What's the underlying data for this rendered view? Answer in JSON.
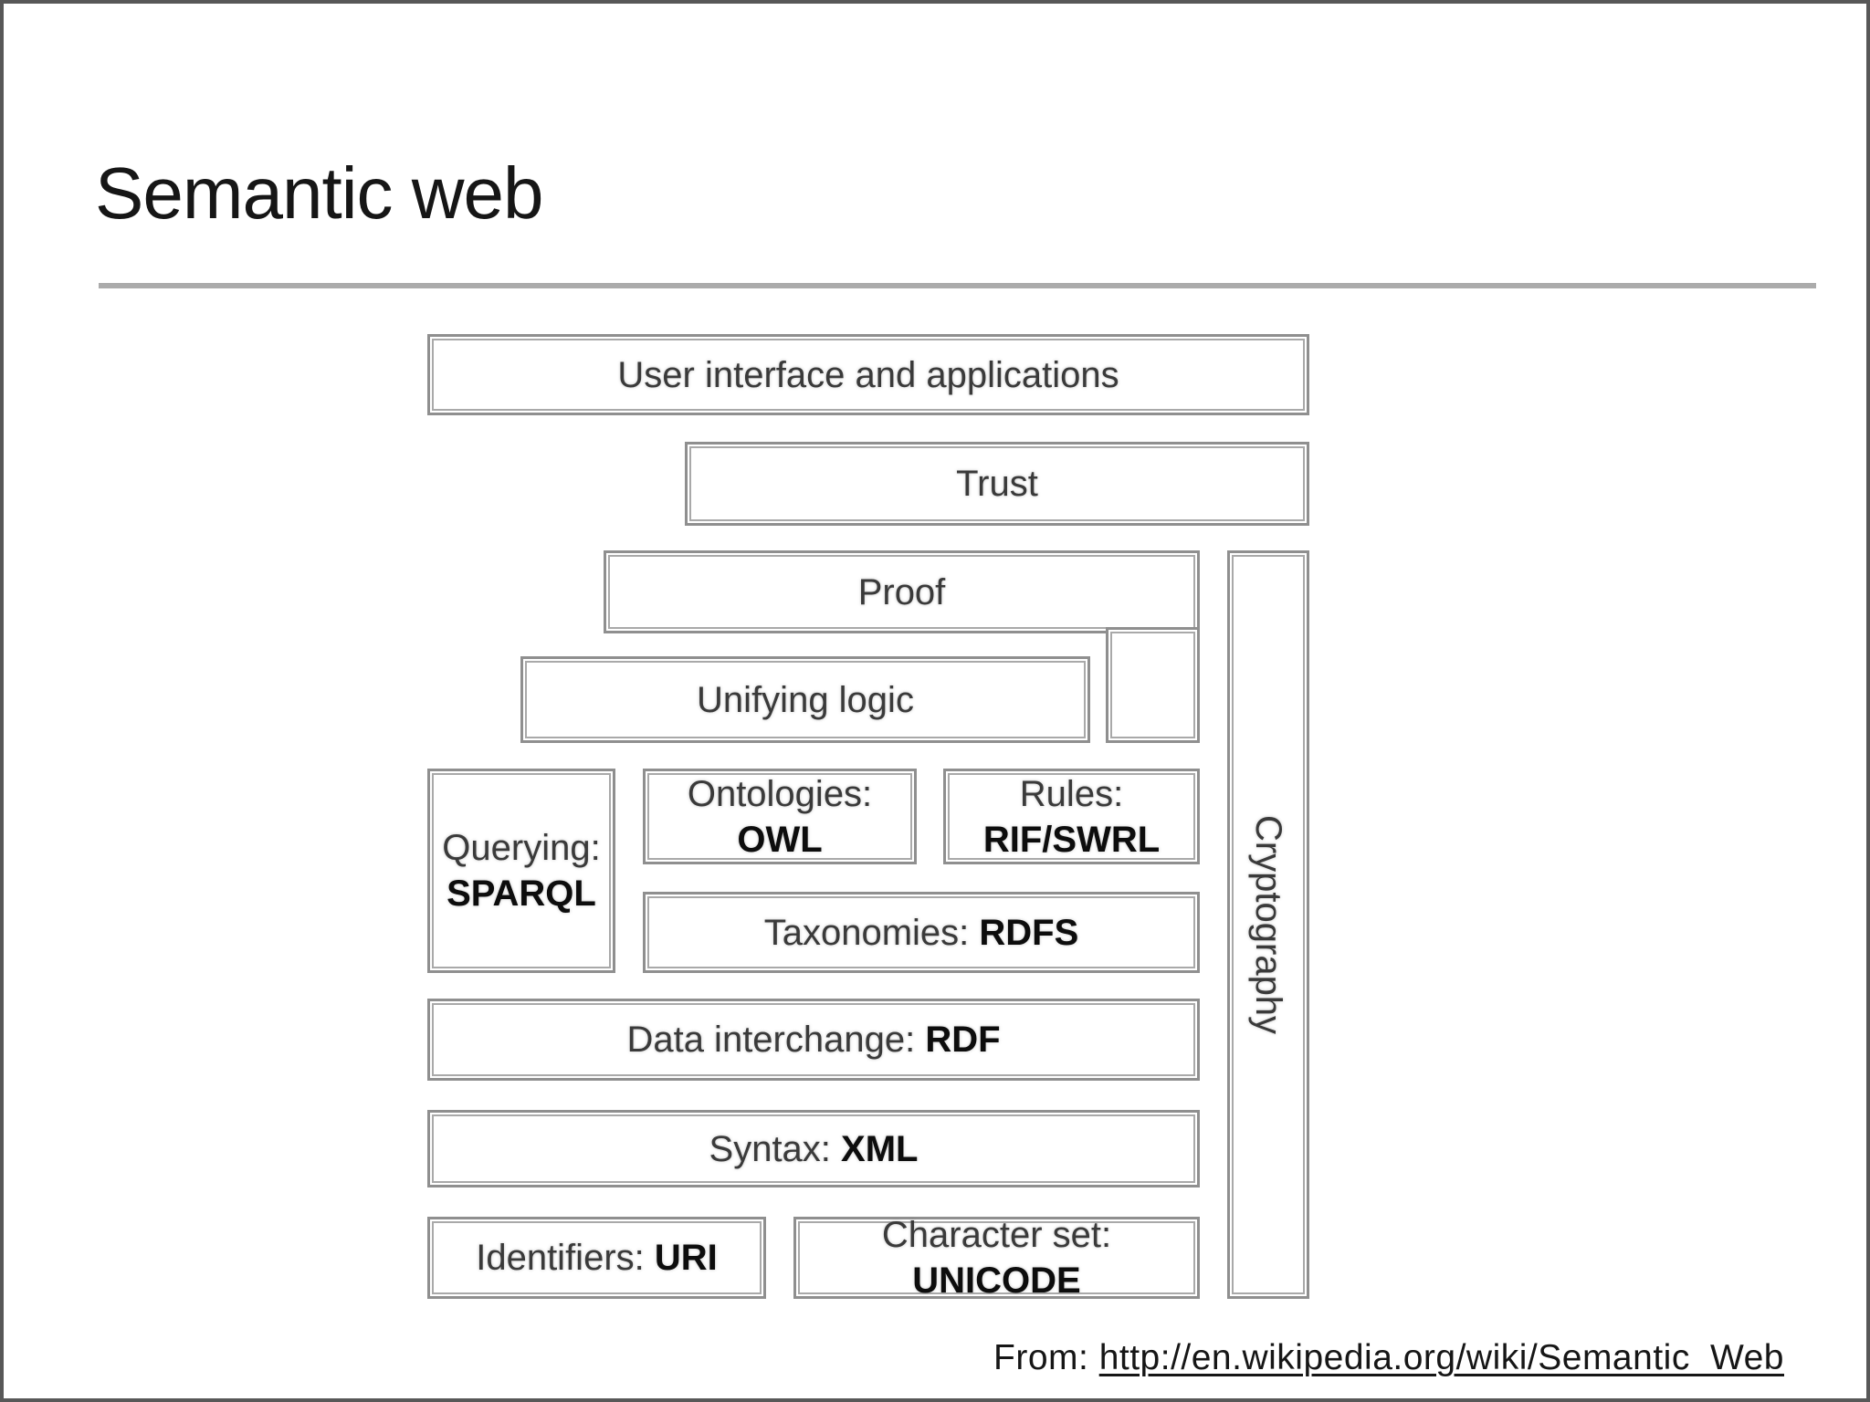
{
  "title": "Semantic web",
  "footer": {
    "prefix": "From: ",
    "link_text": "http://en.wikipedia.org/wiki/Semantic_Web"
  },
  "colors": {
    "box_border_outer": "#8f8f8f",
    "box_border_inner": "#a9a9a9",
    "frame_border": "#585858",
    "divider": "#ababab",
    "text": "#3a3a3a",
    "bold_text": "#0d0d0d"
  },
  "diagram": {
    "boxes": {
      "ui_apps": {
        "label": "User interface and applications"
      },
      "trust": {
        "label": "Trust"
      },
      "proof": {
        "label": "Proof"
      },
      "unifying_logic": {
        "label": "Unifying logic"
      },
      "querying": {
        "prefix": "Querying:",
        "strong": "SPARQL"
      },
      "ontologies": {
        "prefix": "Ontologies:",
        "strong": "OWL"
      },
      "rules": {
        "prefix": "Rules:",
        "strong": "RIF/SWRL"
      },
      "taxonomies": {
        "prefix": "Taxonomies: ",
        "strong": "RDFS"
      },
      "data_interchange": {
        "prefix": "Data interchange: ",
        "strong": "RDF"
      },
      "syntax": {
        "prefix": "Syntax: ",
        "strong": "XML"
      },
      "identifiers": {
        "prefix": "Identifiers: ",
        "strong": "URI"
      },
      "character_set": {
        "prefix": "Character set: ",
        "strong": "UNICODE"
      },
      "cryptography": {
        "label": "Cryptography"
      }
    }
  }
}
